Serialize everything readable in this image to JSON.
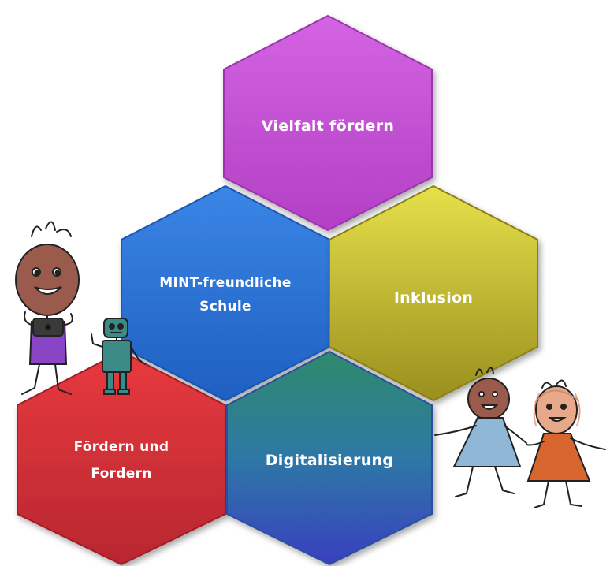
{
  "hexagons": {
    "vielfalt": {
      "label": "Vielfalt fördern",
      "color": "#c44fd3"
    },
    "mint": {
      "line1": "MINT-freundliche",
      "line2": "Schule",
      "color": "#2a72d6"
    },
    "inklusion": {
      "label": "Inklusion",
      "color": "#cfc434"
    },
    "foerdern": {
      "line1": "Fördern und",
      "line2": "Fordern",
      "color": "#d9333a"
    },
    "digital": {
      "label": "Digitalisierung",
      "color": "#2f7fa6"
    }
  },
  "illustrations": {
    "child_tablet": {
      "skin": "#9a5a4c",
      "shirt": "#8a45c6"
    },
    "robot": {
      "body": "#3d8b87"
    },
    "children_pair": {
      "left_dress": "#8fb8d8",
      "right_dress": "#d9652e",
      "left_skin": "#9a5a4c",
      "right_skin": "#e8a98a"
    }
  }
}
